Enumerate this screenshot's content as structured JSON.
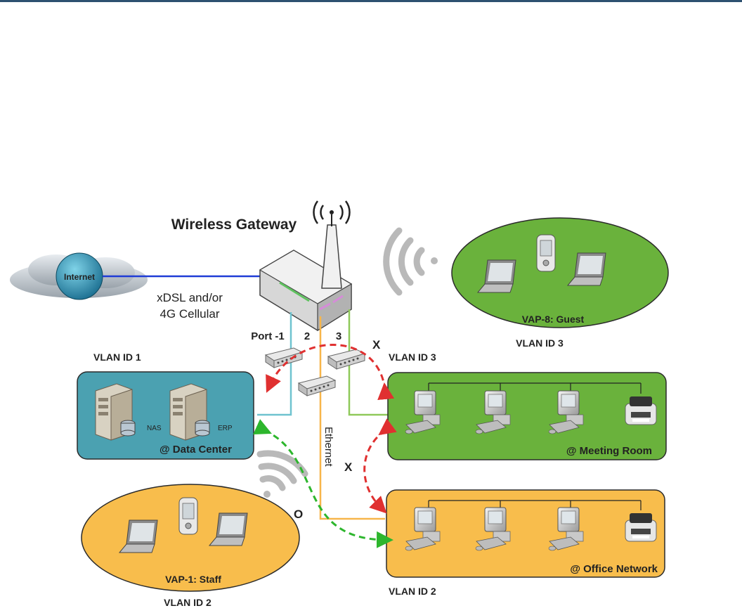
{
  "title": "Wireless Gateway",
  "internet": {
    "label": "Internet",
    "link_label_1": "xDSL and/or",
    "link_label_2": "4G Cellular"
  },
  "ports": {
    "p1": "Port -1",
    "p2": "2",
    "p3": "3"
  },
  "ethernet_label": "Ethernet",
  "vlans": {
    "vlan1": "VLAN ID 1",
    "vlan3_top": "VLAN ID 3",
    "vlan3_mid": "VLAN ID 3",
    "vlan2_bottom_left": "VLAN ID 2",
    "vlan2_bottom_right": "VLAN ID 2"
  },
  "zones": {
    "data_center": "@ Data Center",
    "meeting_room": "@ Meeting Room",
    "office_network": "@ Office Network"
  },
  "servers": {
    "nas": "NAS",
    "erp": "ERP"
  },
  "vaps": {
    "guest": "VAP-8: Guest",
    "staff": "VAP-1: Staff"
  },
  "marks": {
    "x1": "X",
    "x2": "X",
    "ok": "O"
  },
  "colors": {
    "topline": "#2d5170",
    "data_center_fill": "#4ba1b1",
    "green_fill": "#6ab23c",
    "orange_fill": "#f8bd4c",
    "internet_line": "#1f3cd6",
    "port1_line": "#6fc3cf",
    "port2_line": "#f7b64a",
    "port3_line": "#8fc95a",
    "blocked_arrow": "#e03030",
    "allowed_arrow": "#2db62d"
  }
}
